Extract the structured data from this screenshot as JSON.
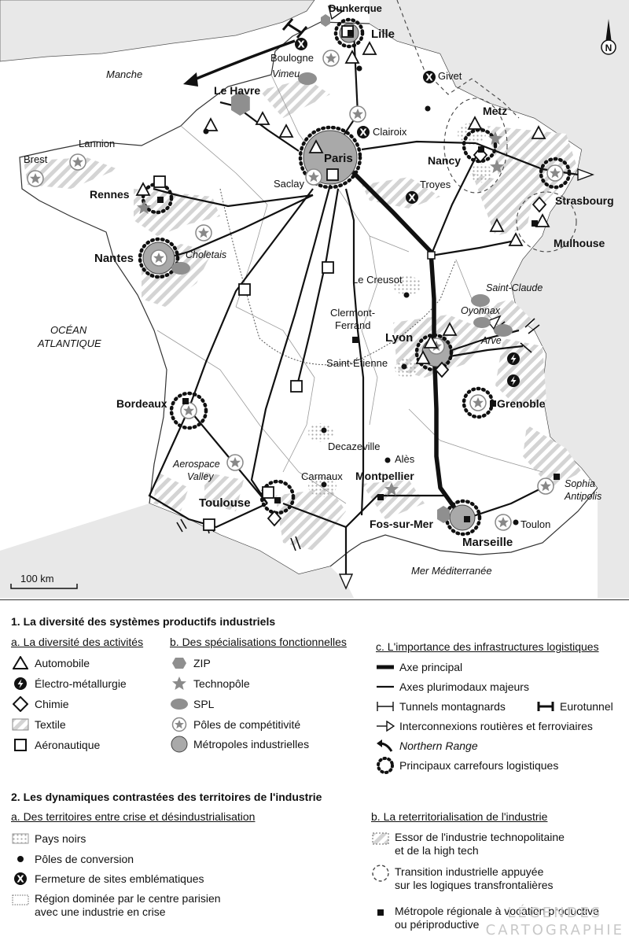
{
  "map": {
    "scale_label": "100 km",
    "north_label": "N",
    "seas": {
      "manche": "Manche",
      "ocean_line1": "OCÉAN",
      "ocean_line2": "ATLANTIQUE",
      "med": "Mer Méditerranée"
    },
    "cities": {
      "dunkerque": "Dunkerque",
      "lille": "Lille",
      "boulogne": "Boulogne",
      "vimeu": "Vimeu",
      "givet": "Givet",
      "le_havre": "Le Havre",
      "clairoix": "Clairoix",
      "metz": "Metz",
      "nancy": "Nancy",
      "brest": "Brest",
      "lannion": "Lannion",
      "paris": "Paris",
      "troyes": "Troyes",
      "saclay": "Saclay",
      "rennes": "Rennes",
      "strasbourg": "Strasbourg",
      "mulhouse": "Mulhouse",
      "nantes": "Nantes",
      "choletais": "Choletais",
      "le_creusot": "Le Creusot",
      "saint_claude": "Saint-Claude",
      "oyonnax": "Oyonnax",
      "clermont1": "Clermont-",
      "clermont2": "Ferrand",
      "lyon": "Lyon",
      "arve": "Arve",
      "saint_etienne": "Saint-Étienne",
      "bordeaux": "Bordeaux",
      "grenoble": "Grenoble",
      "decazeville": "Decazeville",
      "ales": "Alès",
      "aerospace1": "Aerospace",
      "aerospace2": "Valley",
      "carmaux": "Carmaux",
      "montpellier": "Montpellier",
      "sophia1": "Sophia",
      "sophia2": "Antipolis",
      "toulouse": "Toulouse",
      "fos": "Fos-sur-Mer",
      "toulon": "Toulon",
      "marseille": "Marseille"
    }
  },
  "legend": {
    "section1": {
      "title": "1. La diversité des systèmes productifs industriels",
      "a": {
        "title": "a. La diversité des activités",
        "items": [
          "Automobile",
          "Électro-métallurgie",
          "Chimie",
          "Textile",
          "Aéronautique"
        ]
      },
      "b": {
        "title": "b. Des spécialisations fonctionnelles",
        "items": [
          "ZIP",
          "Technopôle",
          "SPL",
          "Pôles de compétitivité",
          "Métropoles industrielles"
        ]
      },
      "c": {
        "title": "c. L'importance des infrastructures logistiques",
        "items": [
          "Axe principal",
          "Axes plurimodaux majeurs",
          "Tunnels montagnards",
          "Eurotunnel",
          "Interconnexions routières et ferroviaires",
          "Northern Range",
          "Principaux carrefours logistiques"
        ]
      }
    },
    "section2": {
      "title": "2. Les dynamiques contrastées des territoires de l'industrie",
      "a": {
        "title": "a. Des territoires entre crise et désindustrialisation",
        "items": [
          "Pays noirs",
          "Pôles de conversion",
          "Fermeture de sites emblématiques"
        ],
        "region_line1": "Région dominée par le centre parisien",
        "region_line2": "avec une industrie en crise"
      },
      "b": {
        "title": "b. La reterritorialisation de l'industrie",
        "techno_line1": "Essor de l'industrie technopolitaine",
        "techno_line2": "et de la high tech",
        "transition_line1": "Transition industrielle appuyée",
        "transition_line2": "sur les logiques transfrontalières",
        "metro_line1": "Métropole régionale à vocation productive",
        "metro_line2": "ou périproductive"
      }
    },
    "watermark_line1": "LÉGENDES",
    "watermark_line2": "CARTOGRAPHIE"
  }
}
